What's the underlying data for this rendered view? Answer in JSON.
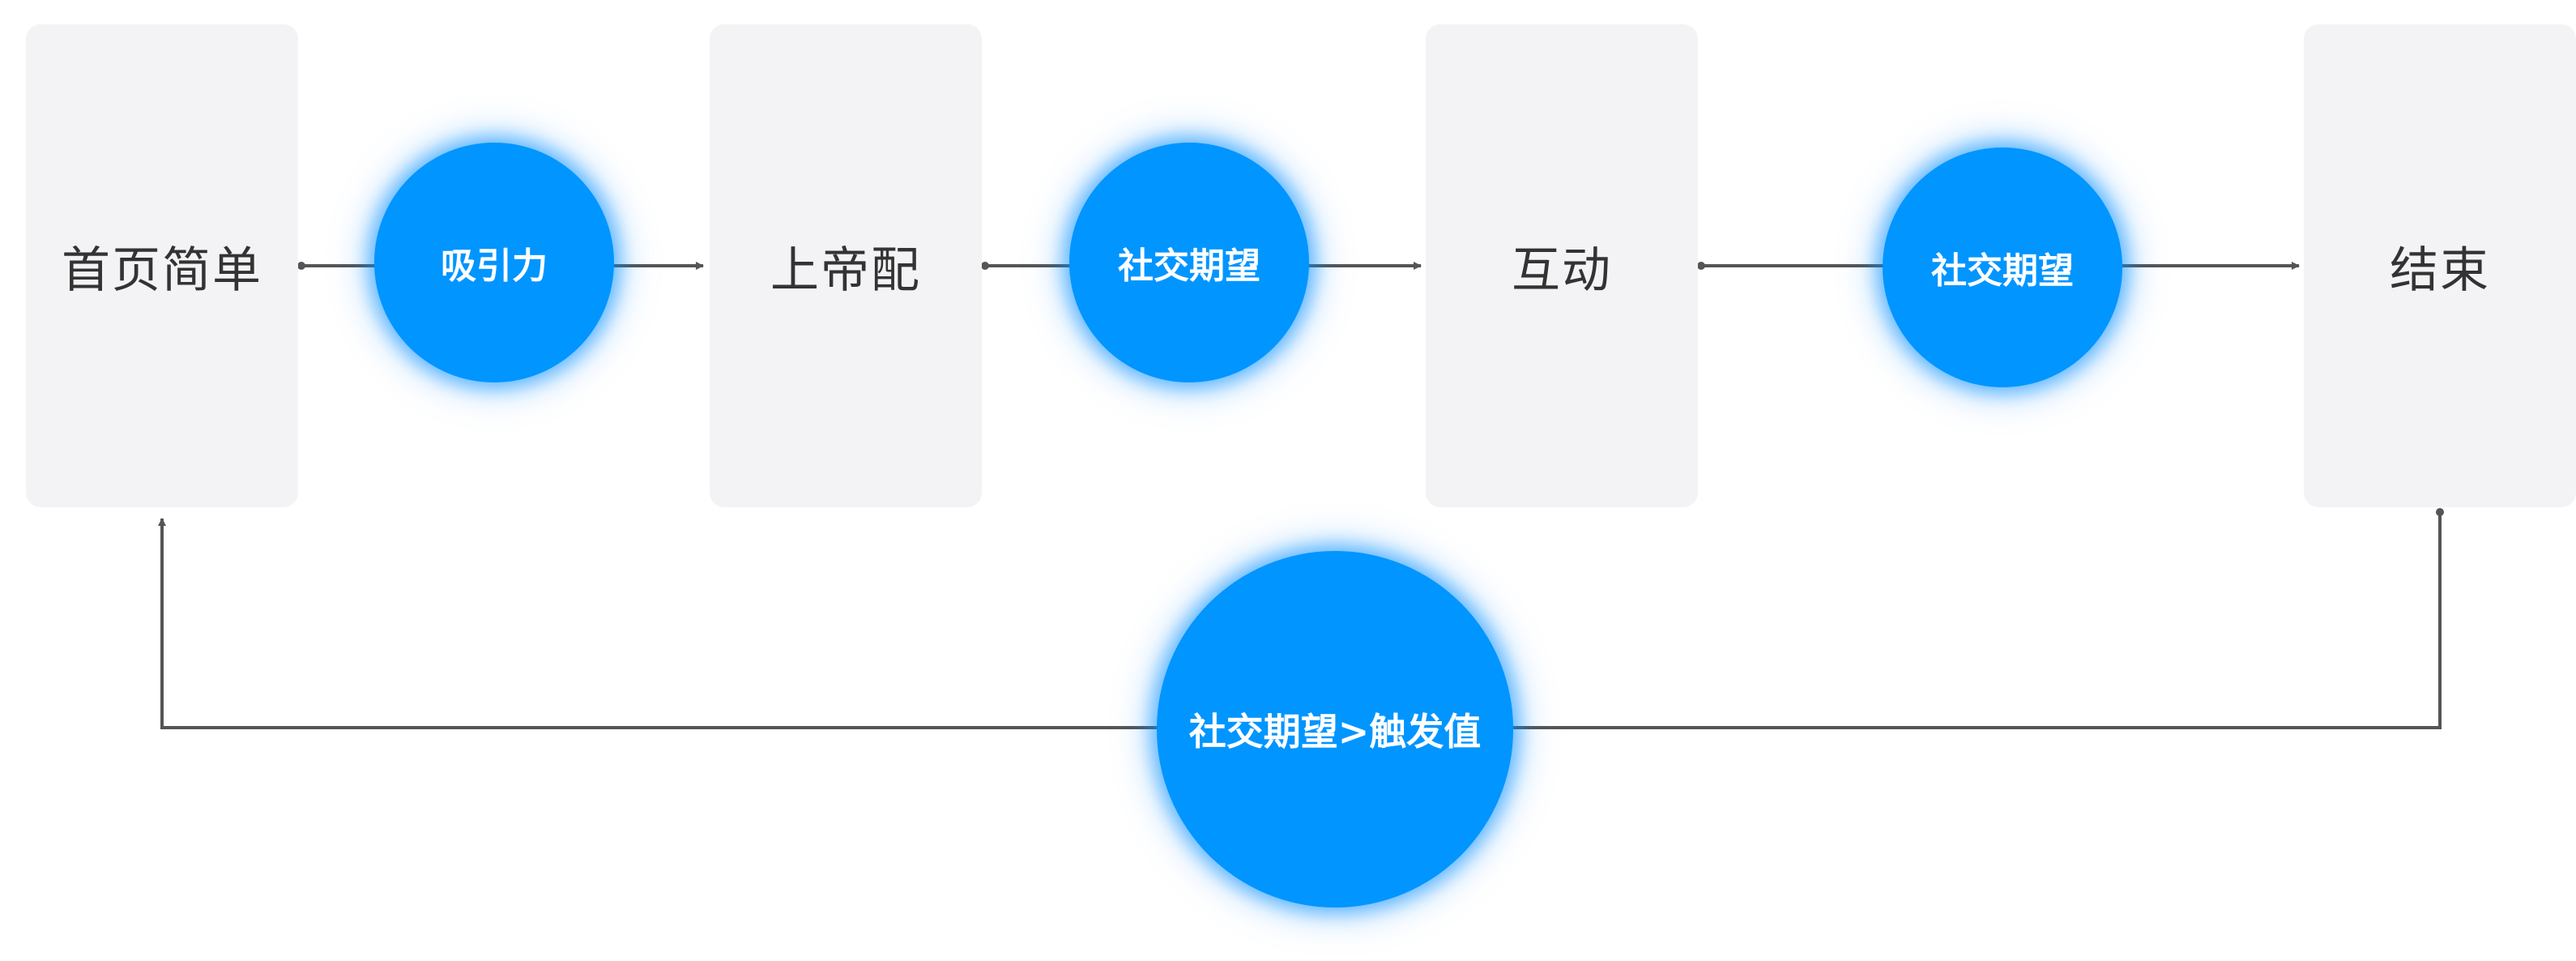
{
  "diagram": {
    "stages": [
      {
        "id": "home",
        "label": "首页简单"
      },
      {
        "id": "match",
        "label": "上帝配"
      },
      {
        "id": "interact",
        "label": "互动"
      },
      {
        "id": "end",
        "label": "结束"
      }
    ],
    "nodes": [
      {
        "id": "attraction",
        "label": "吸引力"
      },
      {
        "id": "social1",
        "label": "社交期望"
      },
      {
        "id": "social2",
        "label": "社交期望"
      },
      {
        "id": "trigger",
        "label": "社交期望>触发值"
      }
    ],
    "colors": {
      "stage_fill": "#f3f2f5",
      "node_fill": "#0095ff",
      "connector": "#555555",
      "stage_text": "#333333",
      "node_text": "#ffffff"
    }
  }
}
